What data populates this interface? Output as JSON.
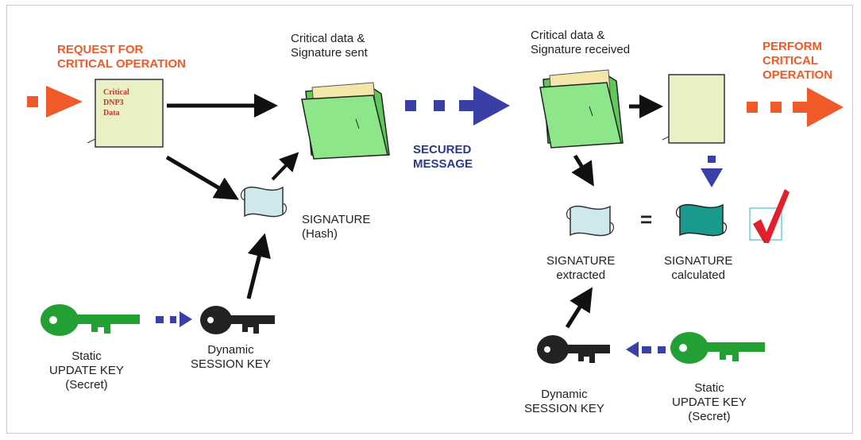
{
  "labels": {
    "request": "REQUEST FOR\nCRITICAL OPERATION",
    "doc_text": "Critical\nDNP3\nData",
    "sent": "Critical data &\nSignature sent",
    "received": "Critical data &\nSignature received",
    "perform": "PERFORM\nCRITICAL\nOPERATION",
    "secured": "SECURED\nMESSAGE",
    "signature_hash": "SIGNATURE\n(Hash)",
    "sig_extracted": "SIGNATURE\nextracted",
    "sig_calculated": "SIGNATURE\ncalculated",
    "equals": "=",
    "static_left": "Static\nUPDATE KEY\n(Secret)",
    "dynamic_left": "Dynamic\nSESSION KEY",
    "dynamic_right": "Dynamic\nSESSION KEY",
    "static_right": "Static\nUPDATE KEY\n(Secret)"
  },
  "colors": {
    "red_arrow": "#f05a28",
    "blue_arrow": "#3a3fa8",
    "folder_green": "#8ee68a",
    "doc_fill": "#e8f0c4",
    "sig_light": "#cfe8ee",
    "sig_dark": "#1a9a8c",
    "key_green": "#22a034",
    "key_black": "#222222",
    "check_red": "#e0202a"
  },
  "icons": [
    "document-icon",
    "folder-icon",
    "signature-icon",
    "key-icon",
    "checkmark-icon"
  ]
}
